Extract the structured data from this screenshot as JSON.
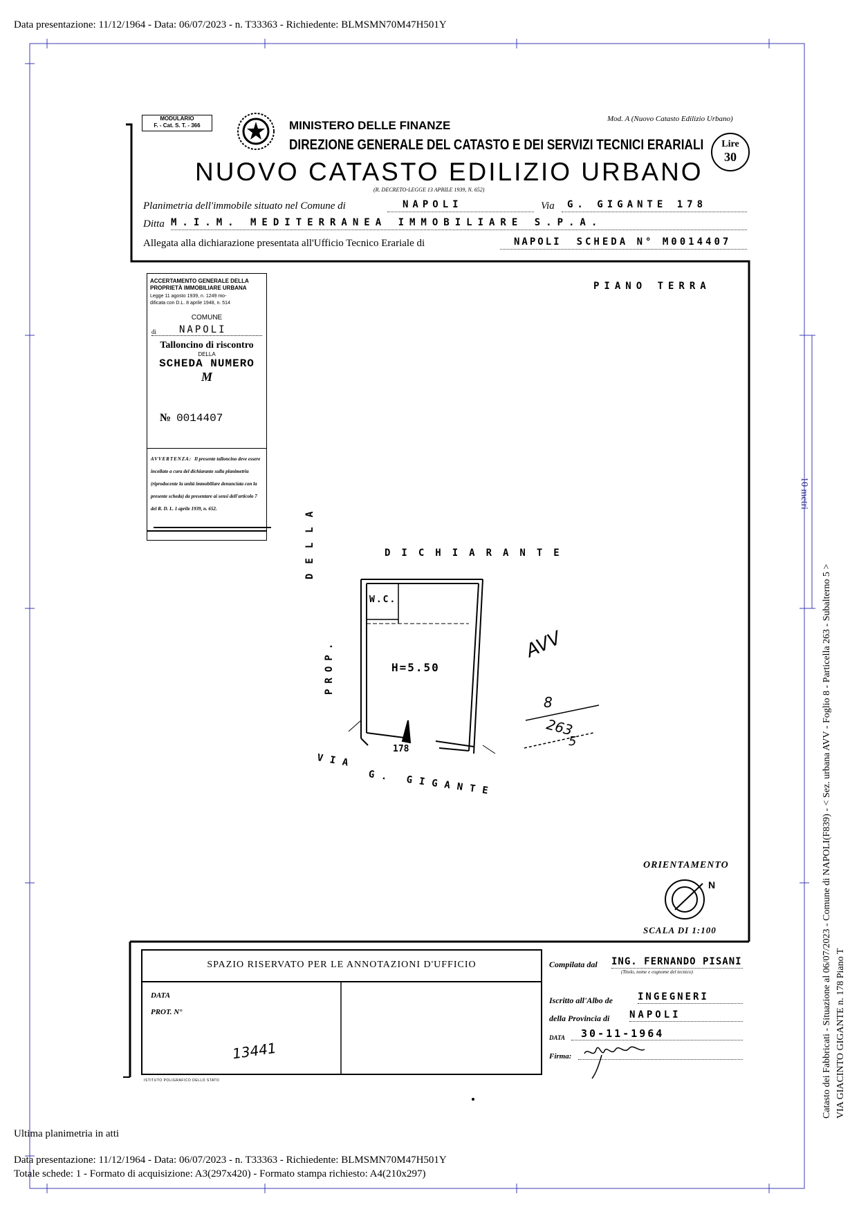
{
  "header_line": "Data presentazione: 11/12/1964 - Data: 06/07/2023 - n. T33363 - Richiedente: BLMSMN70M47H501Y",
  "form": {
    "modulario": "MODULARIO",
    "modulario_sub": "F. - Cat. S. T. - 366",
    "mod_a": "Mod. A (Nuovo Catasto Edilizio Urbano)",
    "ministry": "MINISTERO DELLE FINANZE",
    "direction": "DIREZIONE GENERALE DEL CATASTO E DEI SERVIZI TECNICI ERARIALI",
    "title": "NUOVO CATASTO EDILIZIO URBANO",
    "decree": "(R. DECRETO-LEGGE 13 APRILE 1939, N. 652)",
    "lire_label": "Lire",
    "lire_value": "30",
    "planimetria_label": "Planimetria dell'immobile situato nel Comune di",
    "comune": "NAPOLI",
    "via_label": "Via",
    "via": "G. GIGANTE 178",
    "ditta_label": "Ditta",
    "ditta": "M.I.M. MEDITERRANEA IMMOBILIARE S.P.A.",
    "allegata_label": "Allegata alla dichiarazione presentata all'Ufficio Tecnico Erariale di",
    "ufficio": "NAPOLI",
    "scheda": "SCHEDA N° M0014407"
  },
  "talloncino": {
    "line1": "ACCERTAMENTO GENERALE DELLA",
    "line2": "PROPRIETÀ IMMOBILIARE URBANA",
    "legge1": "Legge 11 agosto 1939, n. 1249 mo-",
    "legge2": "dificata con D.L. 8 aprile 1948, n. 514",
    "comune_label": "COMUNE",
    "di": "di",
    "comune": "NAPOLI",
    "title": "Talloncino di riscontro",
    "della": "DELLA",
    "scheda_numero": "SCHEDA NUMERO",
    "letter": "M",
    "numero_label": "№",
    "numero": "0014407",
    "avvertenza_title": "AVVERTENZA:",
    "avvertenza_text": "Il presente talloncino deve essere incollato a cura del dichiarante sulla planimetria (riproducente la unità immobiliare denunciata con la presente scheda) da presentare ai sensi dell'articolo 7 del R. D. L. 1 aprile 1939, n. 652."
  },
  "plan": {
    "piano": "PIANO TERRA",
    "della": "DELLA",
    "dichiarante": "DICHIARANTE",
    "prop": "PROP.",
    "wc": "W.C.",
    "height": "H=5.50",
    "civico": "178",
    "via": "VIA",
    "via_name": "G. GIGANTE",
    "avv": "AVV",
    "foglio": "8",
    "particella": "263",
    "subalterno": "5",
    "orientamento": "ORIENTAMENTO",
    "north": "N",
    "scala": "SCALA DI 1:100"
  },
  "office": {
    "title": "SPAZIO RISERVATO PER LE ANNOTAZIONI D'UFFICIO",
    "data_label": "DATA",
    "prot_label": "PROT. N°",
    "prot_value": "13441",
    "printer": "ISTITUTO POLIGRAFICO DELLO STATO",
    "compilata_label": "Compilata dal",
    "compilata": "ING. FERNANDO PISANI",
    "compilata_note": "(Titolo, nome e cognome del tecnico)",
    "iscritto_label": "Iscritto all'Albo de",
    "iscritto": "INGEGNERI",
    "provincia_label": "della Provincia di",
    "provincia": "NAPOLI",
    "data_label2": "DATA",
    "data_value": "30-11-1964",
    "firma_label": "Firma:"
  },
  "side_scale": "10 metri",
  "side_line1": "Catasto dei Fabbricati - Situazione al 06/07/2023 - Comune di NAPOLI(F839) - < Sez. urbana AVV - Foglio 8 - Particella 263 - Subalterno 5 >",
  "side_line2": "VIA GIACINTO GIGANTE n. 178 Piano T",
  "footer": {
    "ultima": "Ultima planimetria in atti",
    "line1": "Data presentazione: 11/12/1964 - Data: 06/07/2023 - n. T33363 - Richiedente: BLMSMN70M47H501Y",
    "line2": "Totale schede: 1 - Formato di acquisizione: A3(297x420)  - Formato stampa richiesto: A4(210x297)"
  }
}
